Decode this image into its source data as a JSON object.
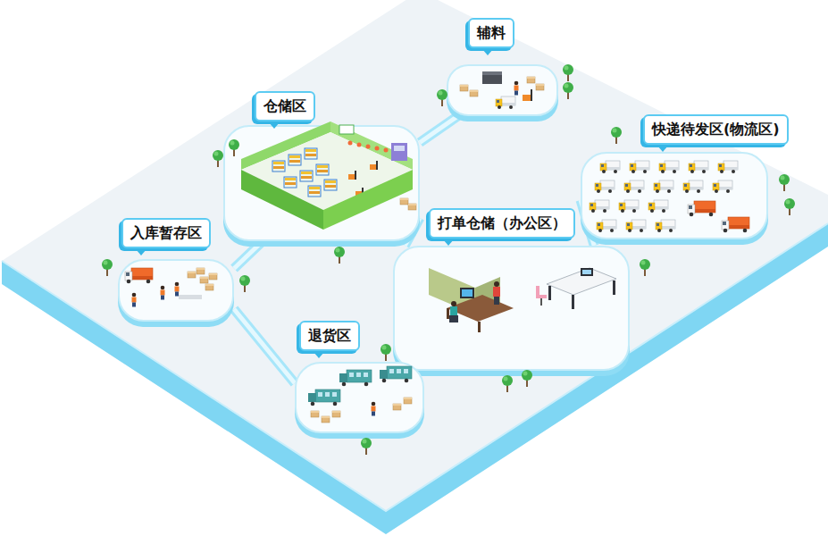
{
  "diagram": {
    "nodes": [
      {
        "text": [
          "辅料"
        ]
      },
      {
        "text": [
          "仓储区"
        ]
      },
      {
        "text": [
          "快递待发区(物流区)"
        ]
      },
      {
        "text": [
          "入库暂存区"
        ]
      },
      {
        "text": [
          "打单仓储（办公区）"
        ]
      },
      {
        "text": [
          "退货区"
        ]
      }
    ],
    "edges": [
      {
        "from": 0,
        "to": 1,
        "arrow": "none"
      },
      {
        "from": 1,
        "to": 3,
        "arrow": "none"
      },
      {
        "from": 1,
        "to": 4,
        "arrow": "none"
      },
      {
        "from": 4,
        "to": 2,
        "arrow": "none"
      },
      {
        "from": 3,
        "to": 5,
        "arrow": "none"
      }
    ]
  }
}
